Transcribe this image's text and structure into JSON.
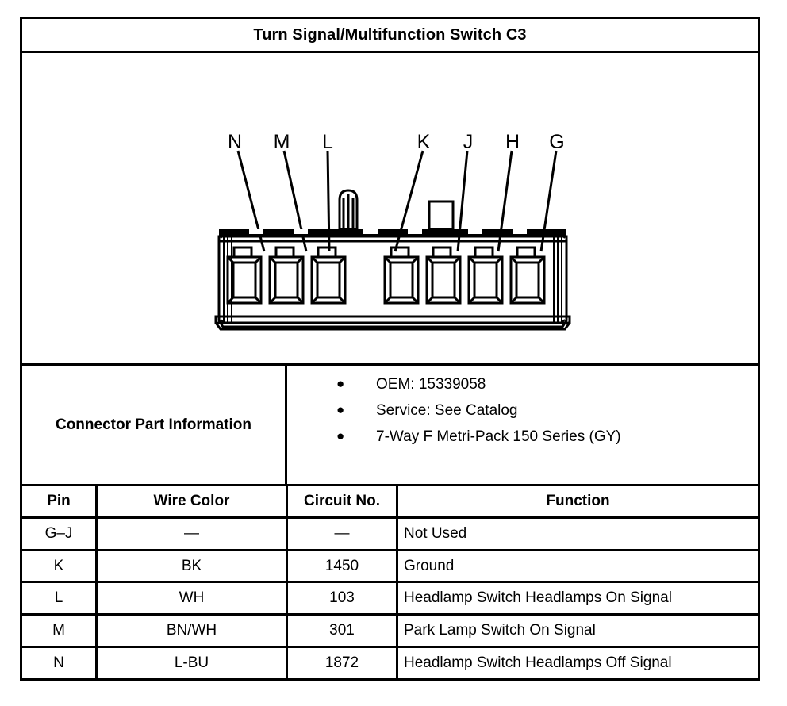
{
  "title": "Turn Signal/Multifunction Switch C3",
  "connector": {
    "pin_labels": [
      "N",
      "M",
      "L",
      "K",
      "J",
      "H",
      "G"
    ],
    "cavity_count": 7,
    "outline_color": "#000000"
  },
  "part_information": {
    "label": "Connector Part Information",
    "bullet_glyph": "●",
    "items": [
      "OEM: 15339058",
      "Service: See Catalog",
      "7-Way F Metri-Pack 150 Series (GY)"
    ]
  },
  "pin_table": {
    "headers": [
      "Pin",
      "Wire Color",
      "Circuit No.",
      "Function"
    ],
    "rows": [
      {
        "pin": "G–J",
        "wire_color": "—",
        "circuit_no": "—",
        "function": "Not Used"
      },
      {
        "pin": "K",
        "wire_color": "BK",
        "circuit_no": "1450",
        "function": "Ground"
      },
      {
        "pin": "L",
        "wire_color": "WH",
        "circuit_no": "103",
        "function": "Headlamp Switch Headlamps On Signal"
      },
      {
        "pin": "M",
        "wire_color": "BN/WH",
        "circuit_no": "301",
        "function": "Park Lamp Switch On Signal"
      },
      {
        "pin": "N",
        "wire_color": "L-BU",
        "circuit_no": "1872",
        "function": "Headlamp Switch Headlamps Off Signal"
      }
    ]
  }
}
